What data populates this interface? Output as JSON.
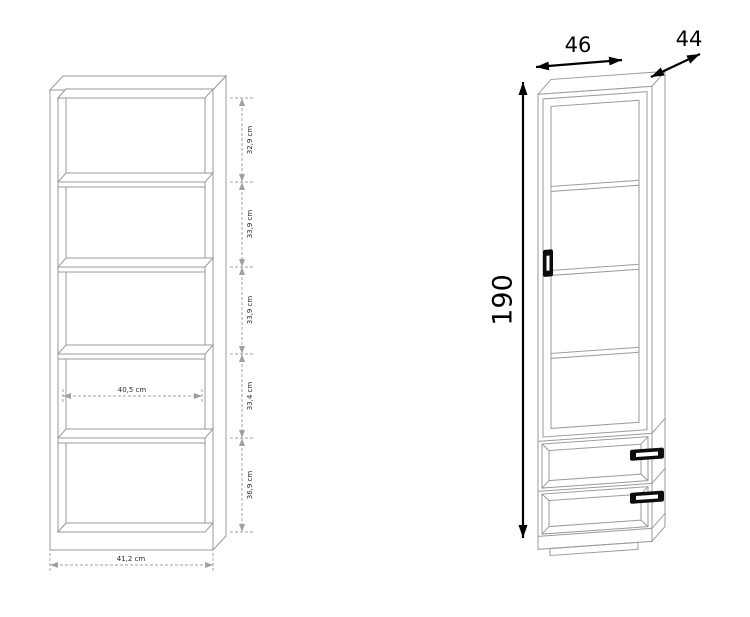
{
  "diagram": {
    "type": "furniture-technical-drawing",
    "left_view": {
      "name": "open-shelf-unit-front-view",
      "shelf_segment_labels": [
        "32,9 cm",
        "33,9 cm",
        "33,9 cm",
        "33,4 cm",
        "36,9 cm"
      ],
      "inner_width_label": "40,5 cm",
      "outer_width_label": "41,2 cm"
    },
    "right_view": {
      "name": "cabinet-with-door-and-drawers",
      "width_label": "46",
      "depth_label": "44",
      "height_label": "190"
    }
  },
  "colors": {
    "background": "#ffffff",
    "outline_gray": "#9a9a9a",
    "dimension_gray": "#a0a0a0",
    "arrow_black": "#000000",
    "small_text": "#2a2a2a",
    "large_text": "#000000"
  }
}
